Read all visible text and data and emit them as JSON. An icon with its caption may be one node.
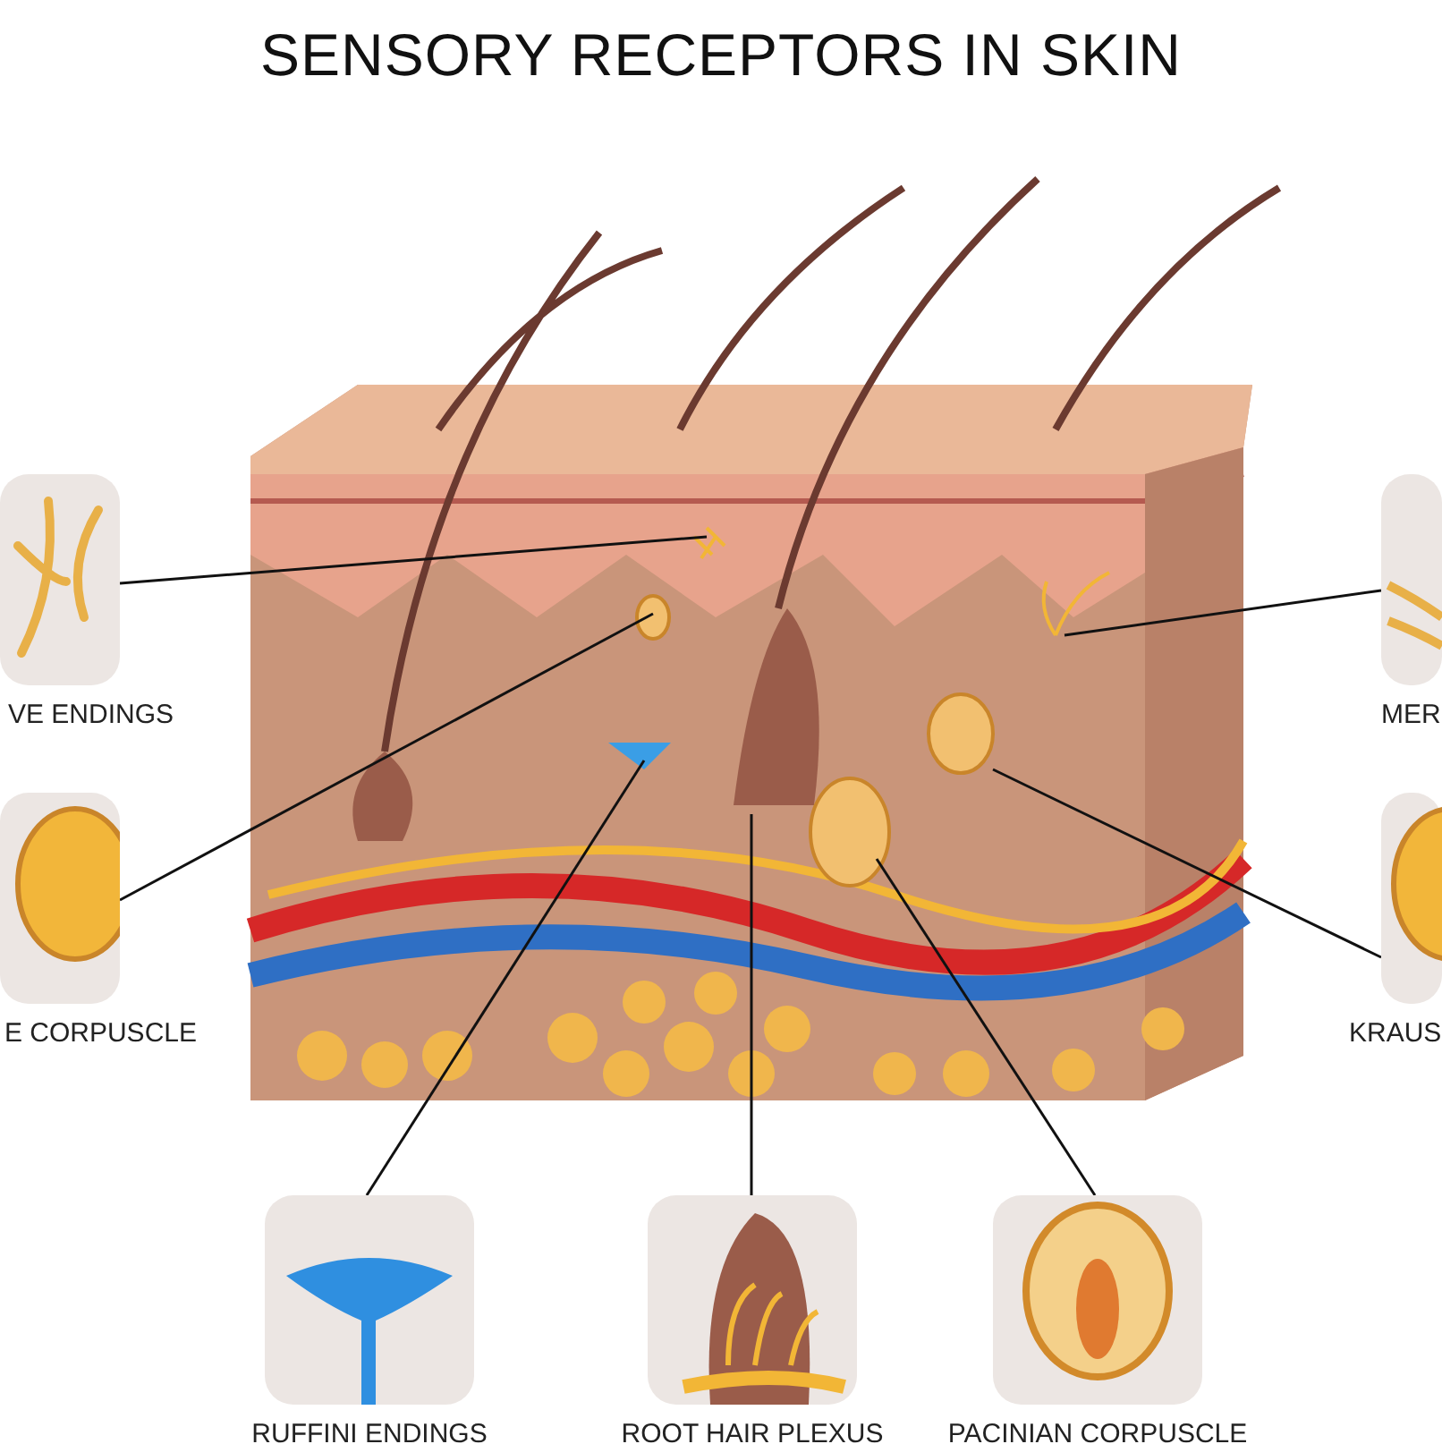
{
  "diagram": {
    "title": "SENSORY RECEPTORS IN SKIN",
    "nodes": [
      {
        "text": [
          "VE ENDINGS"
        ]
      },
      {
        "text": [
          "MER"
        ]
      },
      {
        "text": [
          "E CORPUSCLE"
        ]
      },
      {
        "text": [
          "KRAUS"
        ]
      },
      {
        "text": [
          "RUFFINI ENDINGS"
        ]
      },
      {
        "text": [
          "ROOT HAIR PLEXUS"
        ]
      },
      {
        "text": [
          "PACINIAN CORPUSCLE"
        ]
      }
    ],
    "edges": [
      {
        "from": 0,
        "to": null,
        "arrow": "none"
      },
      {
        "from": 1,
        "to": null,
        "arrow": "none"
      },
      {
        "from": 2,
        "to": null,
        "arrow": "none"
      },
      {
        "from": 3,
        "to": null,
        "arrow": "none"
      },
      {
        "from": 4,
        "to": null,
        "arrow": "none"
      },
      {
        "from": 5,
        "to": null,
        "arrow": "none"
      },
      {
        "from": 6,
        "to": null,
        "arrow": "none"
      }
    ]
  }
}
